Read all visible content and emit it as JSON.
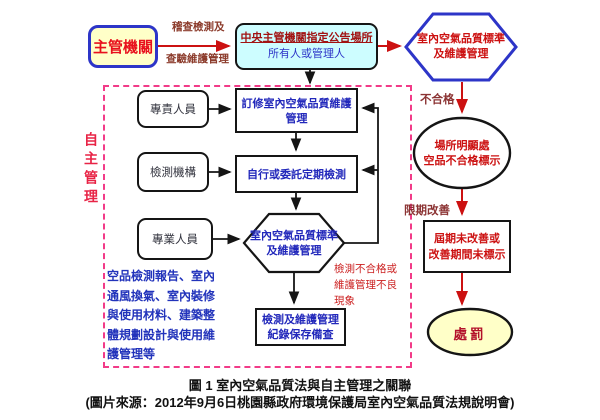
{
  "colors": {
    "accent_red": "#cc1111",
    "accent_blue": "#2228bb",
    "dashed_border_pink": "#f23b88",
    "highlight_yellow": "#ffffc8",
    "cyan_fill": "#cdfdff",
    "blue_border": "#2d35c8"
  },
  "top_row": {
    "authority_box": "主管機關",
    "arrow_label_top": "稽查檢測及",
    "arrow_label_bottom": "查驗維護管理",
    "designated_box_line1": "中央主管機關指定公告場所",
    "designated_box_line2": "所有人或管理人",
    "standard_hex_line1": "室內空氣品質標準",
    "standard_hex_line2": "及維護管理"
  },
  "self_mgmt": {
    "vertical_label": "自主管理",
    "role_boxes": [
      "專責人員",
      "檢測機構",
      "專業人員"
    ],
    "plan_box": "訂修室內空氣品質維護管理",
    "test_box": "自行或委託定期檢測",
    "standard_hex_line1": "室內空氣品質標準",
    "standard_hex_line2": "及維護管理",
    "record_box_line1": "檢測及維護管理",
    "record_box_line2": "紀錄保存備查",
    "scope_note_lines": [
      "空品檢測報告、室內",
      "通風換氣、室內裝修",
      "與使用材料、建築整",
      "體規劃設計與使用維",
      "護管理等"
    ],
    "fail_note_lines": [
      "檢測不合格或",
      "維護管理不良",
      "現象"
    ]
  },
  "right_col": {
    "fail_label": "不合格",
    "mark_ellipse_line1": "場所明顯處",
    "mark_ellipse_line2": "空品不合格標示",
    "deadline_label": "限期改善",
    "overdue_box_line1": "屆期未改善或",
    "overdue_box_line2": "改善期間未標示",
    "penalty_ellipse": "處罰"
  },
  "caption": {
    "line1": "圖 1 室內空氣品質法與自主管理之關聯",
    "line2": "(圖片來源：2012年9月6日桃園縣政府環境保護局室內空氣品質法規說明會)"
  }
}
